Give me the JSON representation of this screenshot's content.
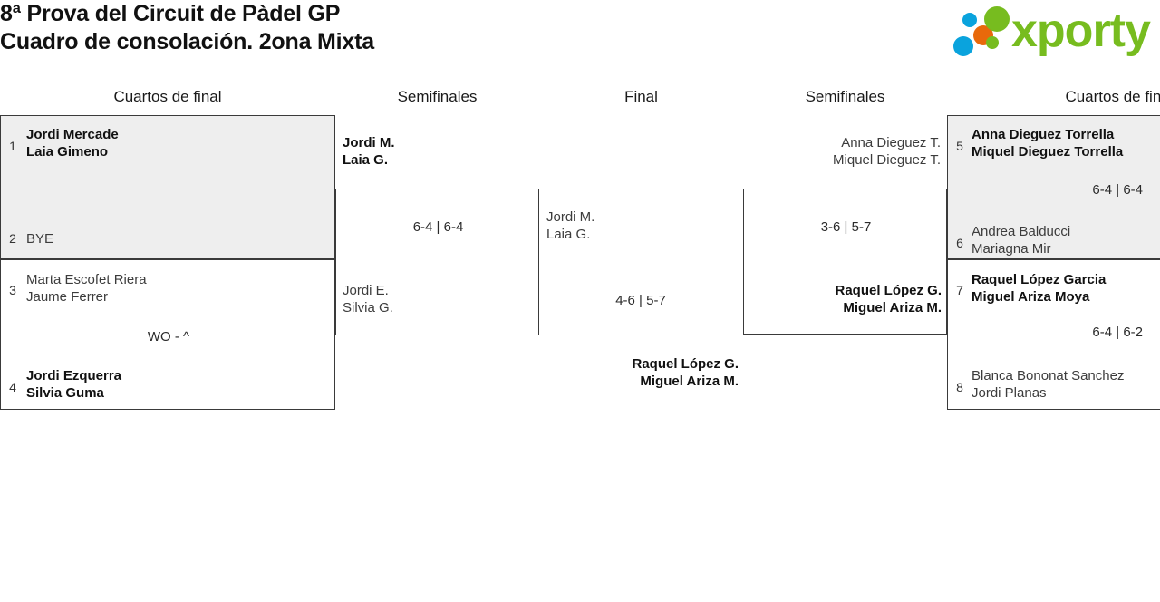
{
  "header": {
    "title_line1": "8ª Prova del Circuit de Pàdel GP",
    "title_line2": "Cuadro de consolación. 2ona Mixta",
    "logo_text": "xporty",
    "logo_colors": {
      "green": "#77bc1f",
      "blue": "#0aa3dd",
      "orange": "#e8690b"
    }
  },
  "rounds": {
    "left_quarters": "Cuartos de final",
    "left_semis": "Semifinales",
    "final": "Final",
    "right_semis": "Semifinales",
    "right_quarters": "Cuartos de final"
  },
  "bracket": {
    "left_quarterfinals": [
      {
        "shaded": true,
        "score": "",
        "top": {
          "seed": "1",
          "line1": "Jordi Mercade",
          "line2": "Laia Gimeno",
          "winner": true
        },
        "bottom": {
          "seed": "2",
          "line1": "BYE",
          "line2": "",
          "winner": false
        }
      },
      {
        "shaded": false,
        "score": "WO - ^",
        "top": {
          "seed": "3",
          "line1": "Marta Escofet Riera",
          "line2": "Jaume Ferrer",
          "winner": false
        },
        "bottom": {
          "seed": "4",
          "line1": "Jordi Ezquerra",
          "line2": "Silvia Guma",
          "winner": true
        }
      }
    ],
    "left_semifinal": {
      "score": "6-4 | 6-4",
      "top": {
        "line1": "Jordi M.",
        "line2": "Laia G.",
        "winner": true
      },
      "bottom": {
        "line1": "Jordi E.",
        "line2": "Silvia G.",
        "winner": false
      }
    },
    "final_match": {
      "score": "4-6 | 5-7",
      "left": {
        "line1": "Jordi M.",
        "line2": "Laia G.",
        "winner": false
      },
      "right": {
        "line1": "Raquel López G.",
        "line2": "Miguel Ariza M.",
        "winner": true
      }
    },
    "right_semifinal": {
      "score": "3-6 | 5-7",
      "top": {
        "line1": "Anna Dieguez T.",
        "line2": "Miquel Dieguez T.",
        "winner": false
      },
      "bottom": {
        "line1": "Raquel López G.",
        "line2": "Miguel Ariza M.",
        "winner": true
      }
    },
    "right_quarterfinals": [
      {
        "shaded": true,
        "score": "6-4 | 6-4",
        "top": {
          "seed": "5",
          "line1": "Anna Dieguez Torrella",
          "line2": "Miquel Dieguez Torrella",
          "winner": true
        },
        "bottom": {
          "seed": "6",
          "line1": "Andrea Balducci",
          "line2": "Mariagna Mir",
          "winner": false
        }
      },
      {
        "shaded": false,
        "score": "6-4 | 6-2",
        "top": {
          "seed": "7",
          "line1": "Raquel López Garcia",
          "line2": "Miguel Ariza Moya",
          "winner": true
        },
        "bottom": {
          "seed": "8",
          "line1": "Blanca Bononat Sanchez",
          "line2": "Jordi Planas",
          "winner": false
        }
      }
    ]
  }
}
